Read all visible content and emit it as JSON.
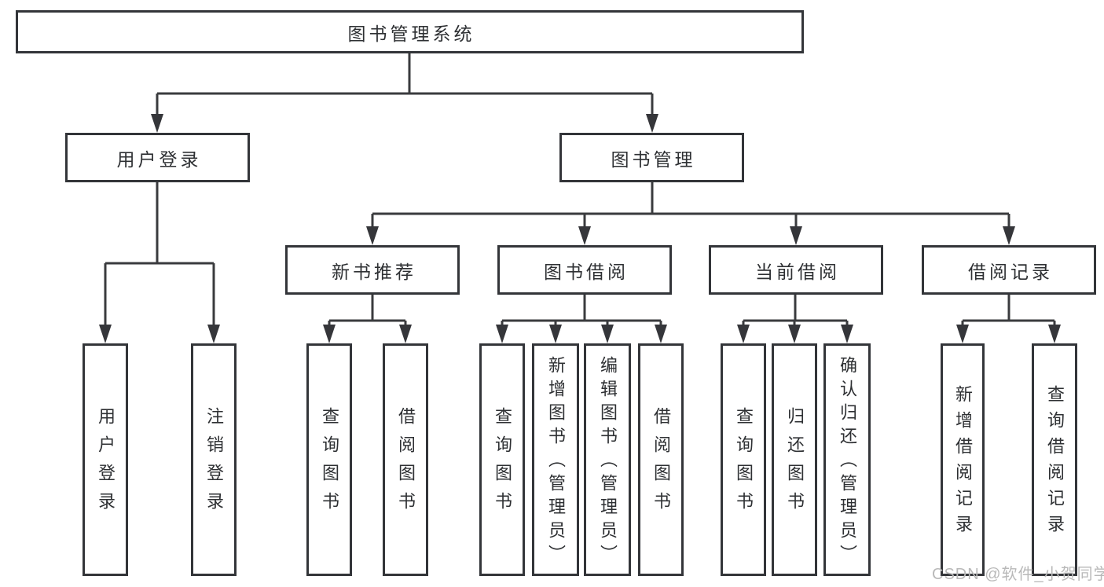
{
  "title": "图书管理系统",
  "level2": {
    "left": "用户登录",
    "right": "图书管理"
  },
  "level3": [
    "新书推荐",
    "图书借阅",
    "当前借阅",
    "借阅记录"
  ],
  "level4": {
    "group1": [
      "用户登录",
      "注销登录"
    ],
    "group2": [
      "查询图书",
      "借阅图书"
    ],
    "group3": [
      "查询图书",
      "新增图书（管理员）",
      "编辑图书（管理员）",
      "借阅图书"
    ],
    "group4": [
      "查询图书",
      "归还图书",
      "确认归还（管理员）"
    ],
    "group5": [
      "新增借阅记录",
      "查询借阅记录"
    ]
  },
  "watermark": "CSDN @软件_小贺同学",
  "colors": {
    "border": "#333539",
    "line": "#3a3b3e",
    "text": "#2e3033",
    "watermark": "#b9b9b9",
    "background": "#ffffff"
  }
}
